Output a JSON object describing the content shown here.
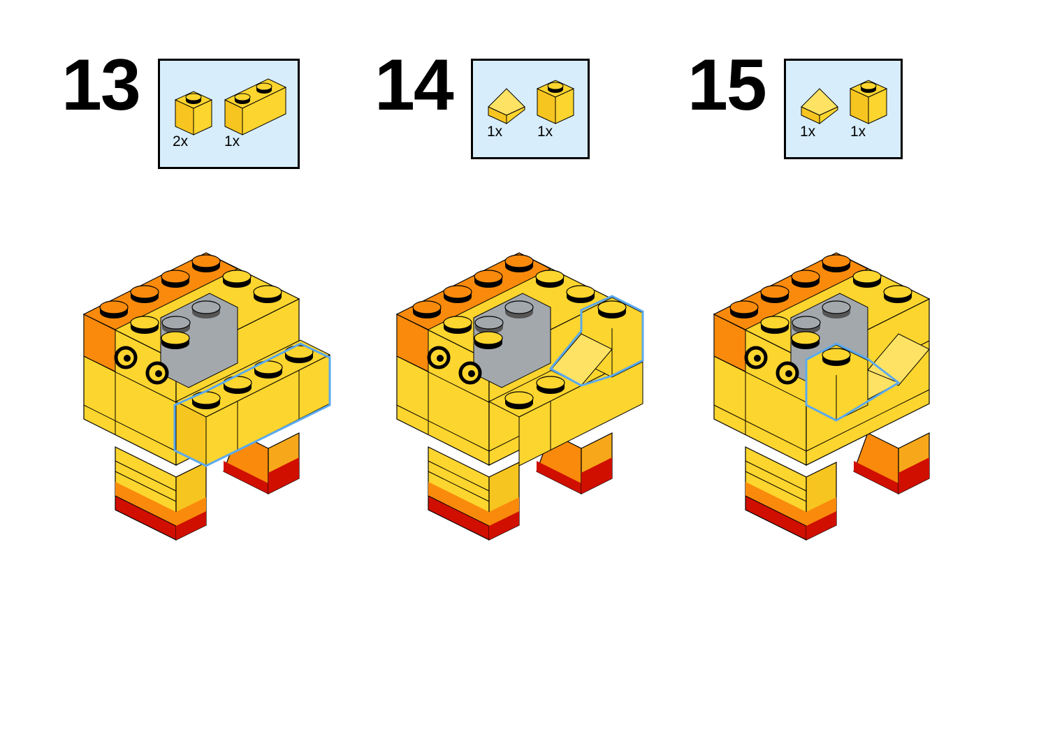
{
  "steps": [
    {
      "number": "13",
      "parts": [
        {
          "qty": "2x",
          "type": "brick-1x1"
        },
        {
          "qty": "1x",
          "type": "brick-1x2"
        }
      ]
    },
    {
      "number": "14",
      "parts": [
        {
          "qty": "1x",
          "type": "slope-1x1"
        },
        {
          "qty": "1x",
          "type": "brick-1x1"
        }
      ]
    },
    {
      "number": "15",
      "parts": [
        {
          "qty": "1x",
          "type": "slope-1x1"
        },
        {
          "qty": "1x",
          "type": "brick-1x1"
        }
      ]
    }
  ],
  "colors": {
    "yellow": "#fcd52e",
    "orange": "#f98a0c",
    "red": "#d00f00",
    "gray": "#a3a8ad",
    "highlight": "#5aa9ef",
    "partsbox_bg": "#d7edfc"
  }
}
